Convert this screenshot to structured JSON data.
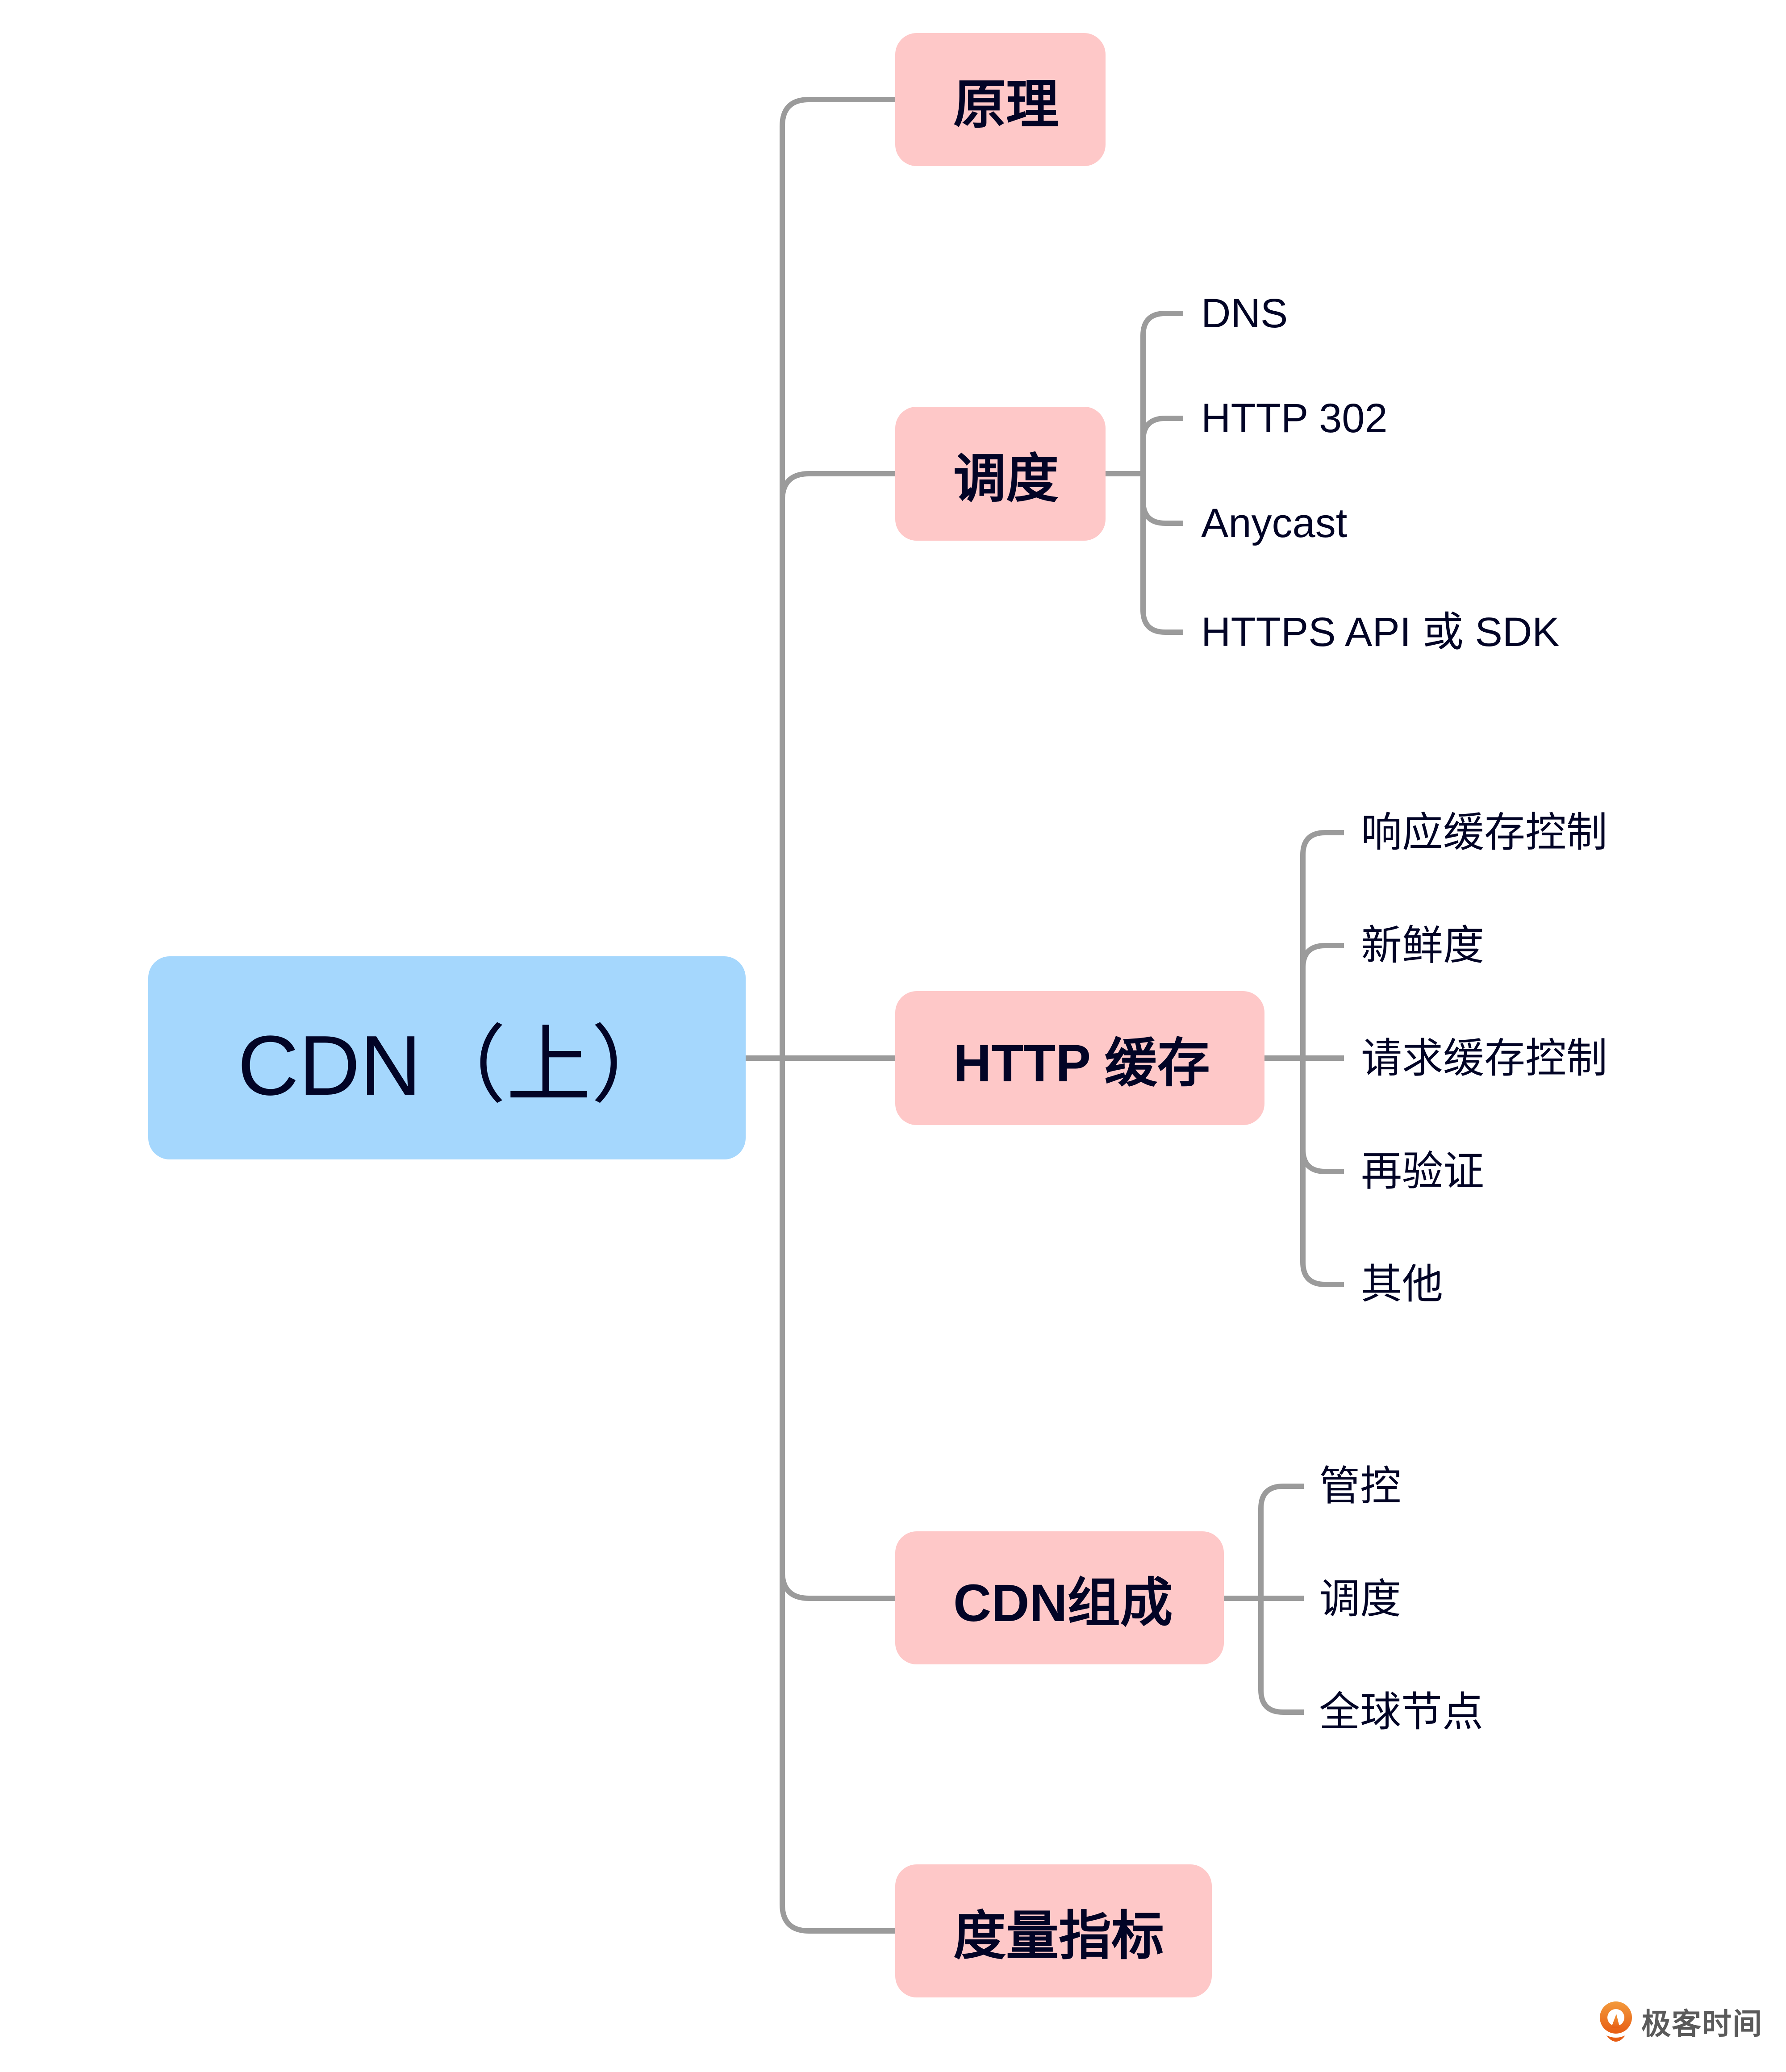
{
  "root": {
    "label": "CDN（上）"
  },
  "branches": [
    {
      "label": "原理",
      "children": []
    },
    {
      "label": "调度",
      "children": [
        "DNS",
        "HTTP 302",
        "Anycast",
        "HTTPS API 或 SDK"
      ]
    },
    {
      "label": "HTTP 缓存",
      "children": [
        "响应缓存控制",
        "新鲜度",
        "请求缓存控制",
        "再验证",
        "其他"
      ]
    },
    {
      "label": "CDN组成",
      "children": [
        "管控",
        "调度",
        "全球节点"
      ]
    },
    {
      "label": "度量指标",
      "children": []
    }
  ],
  "watermark": {
    "text": "极客时间",
    "icon": "geektime-logo-icon"
  },
  "colors": {
    "root_fill": "#a5d7fd",
    "branch_fill": "#fec8c8",
    "connector": "#9b9b9b",
    "text": "#020426",
    "logo_orange": "#ee7a22",
    "logo_text": "#5a5a5a"
  }
}
